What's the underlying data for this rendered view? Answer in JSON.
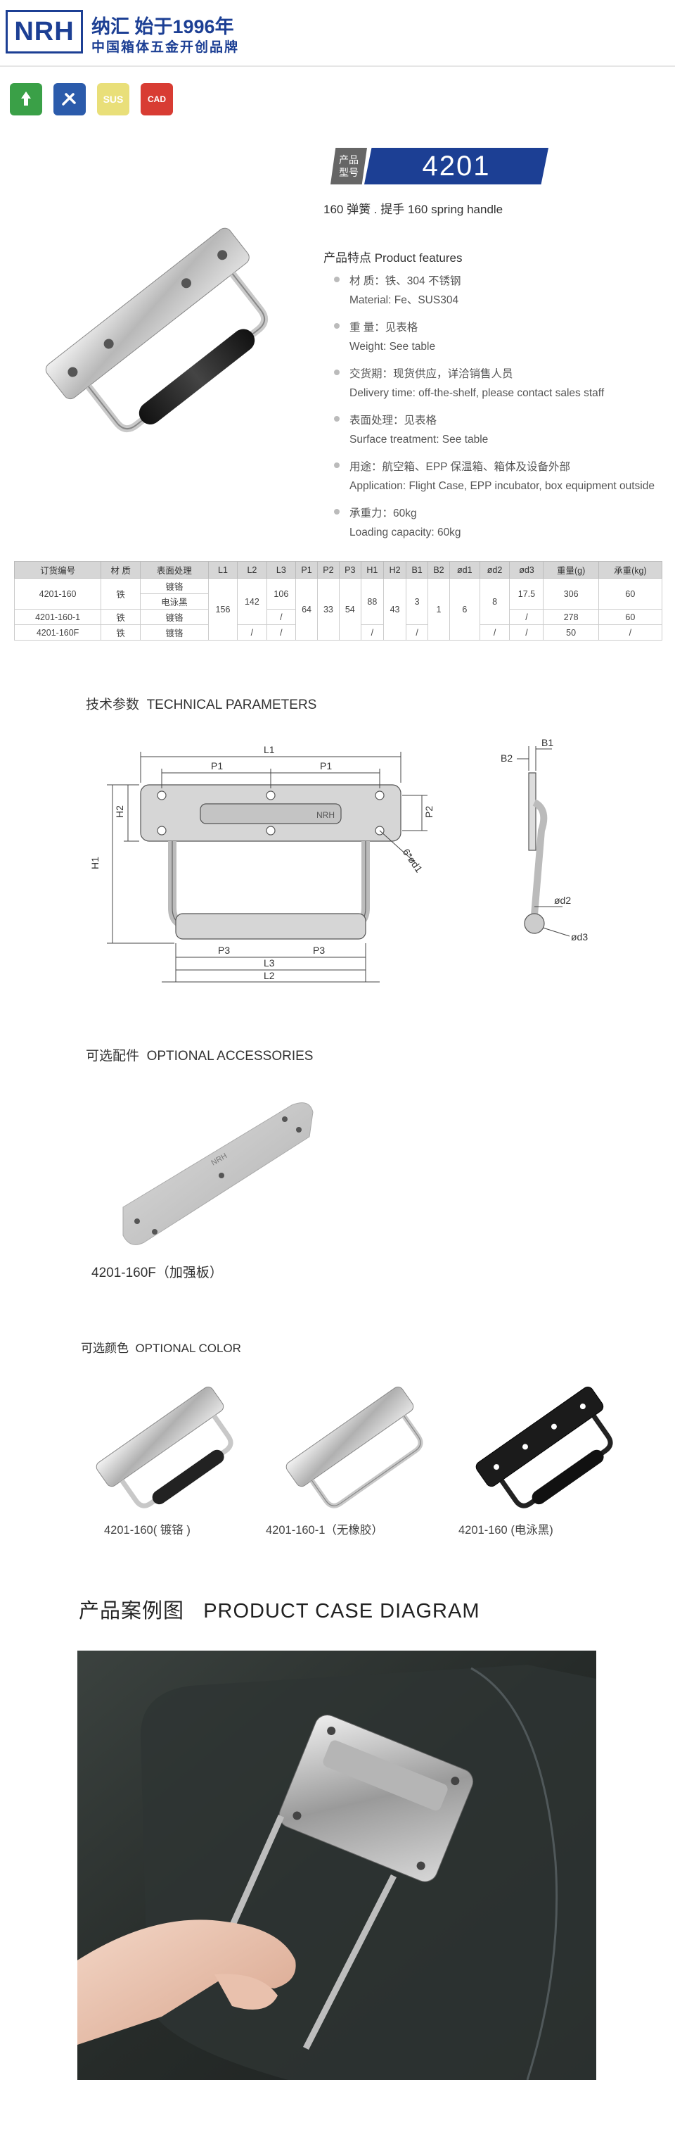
{
  "header": {
    "logo": "NRH",
    "brand_line1": "纳汇 始于1996年",
    "brand_line2": "中国箱体五金开创品牌",
    "badges": [
      {
        "name": "green-recycle-icon",
        "label": "",
        "color": "#3aa047"
      },
      {
        "name": "tools-icon",
        "label": "",
        "color": "#2b5bab"
      },
      {
        "name": "sus-badge",
        "label": "SUS",
        "color": "#e9df79"
      },
      {
        "name": "cad-badge",
        "label": "CAD",
        "color": "#d83c33"
      }
    ]
  },
  "product": {
    "model_tag_line1": "产品",
    "model_tag_line2": "型号",
    "model": "4201",
    "subtitle": "160 弹簧 . 提手  160 spring handle",
    "features_title": "产品特点  Product features",
    "features": [
      {
        "cn": "材  质：铁、304 不锈钢",
        "en": "Material: Fe、SUS304"
      },
      {
        "cn": "重  量：见表格",
        "en": "Weight: See table"
      },
      {
        "cn": "交货期：现货供应，详洽销售人员",
        "en": "Delivery time: off-the-shelf, please contact sales staff"
      },
      {
        "cn": "表面处理：见表格",
        "en": "Surface treatment: See table"
      },
      {
        "cn": "用途：航空箱、EPP 保温箱、箱体及设备外部",
        "en": "Application: Flight Case, EPP incubator, box equipment outside"
      },
      {
        "cn": "承重力：60kg",
        "en": "Loading capacity: 60kg"
      }
    ]
  },
  "spec_table": {
    "headers": [
      "订货编号",
      "材  质",
      "表面处理",
      "L1",
      "L2",
      "L3",
      "P1",
      "P2",
      "P3",
      "H1",
      "H2",
      "B1",
      "B2",
      "ød1",
      "ød2",
      "ød3",
      "重量(g)",
      "承重(kg)"
    ],
    "rows": [
      {
        "code": "4201-160",
        "material": "铁",
        "finish_a": "镀铬",
        "finish_b": "电泳黑",
        "L1": "156",
        "L2": "142",
        "L3": "106",
        "P1": "64",
        "P2": "33",
        "P3": "54",
        "H1": "88",
        "H2": "43",
        "B1": "3",
        "B2": "1",
        "d1": "6",
        "d2": "8",
        "d3": "17.5",
        "weight": "306",
        "load": "60"
      },
      {
        "code": "4201-160-1",
        "material": "铁",
        "finish": "镀铬",
        "L3": "/",
        "d3": "/",
        "weight": "278",
        "load": "60"
      },
      {
        "code": "4201-160F",
        "material": "铁",
        "finish": "镀铬",
        "L2": "/",
        "L3": "/",
        "H1": "/",
        "B1": "/",
        "d2": "/",
        "d3": "/",
        "weight": "50",
        "load": "/"
      }
    ]
  },
  "tech": {
    "title_cn": "技术参数",
    "title_en": "TECHNICAL PARAMETERS",
    "labels": {
      "L1": "L1",
      "L2": "L2",
      "L3": "L3",
      "P1": "P1",
      "P2": "P2",
      "P3": "P3",
      "H1": "H1",
      "H2": "H2",
      "B1": "B1",
      "B2": "B2",
      "d1": "6*ød1",
      "d2": "ød2",
      "d3": "ød3",
      "plate": "NRH"
    }
  },
  "accessories": {
    "title_cn": "可选配件",
    "title_en": "OPTIONAL ACCESSORIES",
    "caption": "4201-160F（加强板）",
    "plate_mark": "NRH"
  },
  "colors": {
    "title_cn": "可选颜色",
    "title_en": "OPTIONAL COLOR",
    "items": [
      {
        "caption": "4201-160( 镀铬 )"
      },
      {
        "caption": "4201-160-1（无橡胶）"
      },
      {
        "caption": "4201-160 (电泳黑)"
      }
    ]
  },
  "case": {
    "title_cn": "产品案例图",
    "title_en": "PRODUCT CASE DIAGRAM"
  }
}
